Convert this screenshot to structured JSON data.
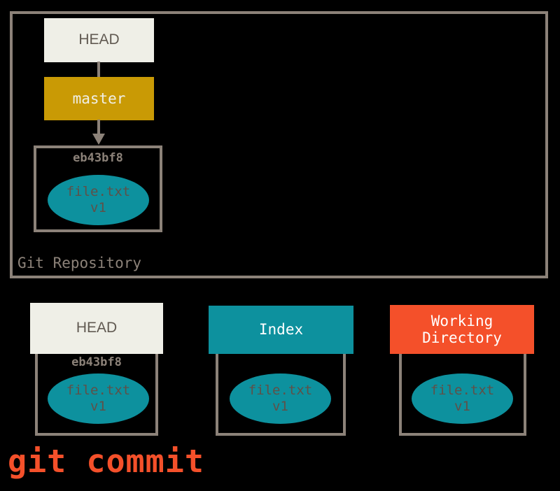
{
  "diagram": {
    "title": "git commit",
    "command_caption": "git commit",
    "repository": {
      "label": "Git Repository",
      "head_ref": {
        "label": "HEAD",
        "color": "#efefe7"
      },
      "branch_ref": {
        "label": "master",
        "color": "#c99a05"
      },
      "commit": {
        "sha": "eb43bf8",
        "blob": {
          "file": "file.txt",
          "version": "v1",
          "color": "#0d919e"
        }
      },
      "connectors": [
        {
          "from": "HEAD",
          "to": "master",
          "style": "line"
        },
        {
          "from": "master",
          "to": "eb43bf8",
          "style": "arrow"
        }
      ]
    },
    "areas": [
      {
        "name": "HEAD",
        "header_label": "HEAD",
        "header_color": "#efefe7",
        "header_text_color": "#615a52",
        "sha": "eb43bf8",
        "blob": {
          "file": "file.txt",
          "version": "v1"
        }
      },
      {
        "name": "Index",
        "header_label": "Index",
        "header_color": "#0d919e",
        "header_text_color": "#ffffff",
        "sha": "",
        "blob": {
          "file": "file.txt",
          "version": "v1"
        }
      },
      {
        "name": "Working Directory",
        "header_label_line1": "Working",
        "header_label_line2": "Directory",
        "header_color": "#f4502a",
        "header_text_color": "#ffffff",
        "sha": "",
        "blob": {
          "file": "file.txt",
          "version": "v1"
        }
      }
    ],
    "palette": {
      "background": "#000000",
      "frame_gray": "#8c8279",
      "teal": "#0d919e",
      "gold": "#c99a05",
      "orange": "#f4502a",
      "cream": "#efefe7",
      "blob_text": "#5f5048"
    }
  }
}
